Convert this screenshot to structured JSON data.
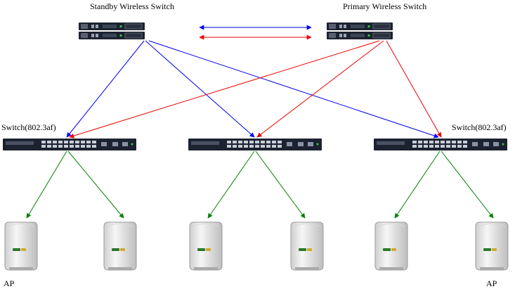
{
  "labels": {
    "standby_switch": "Standby Wireless Switch",
    "primary_switch": "Primary Wireless Switch",
    "poe_switch_left": "Switch(802.3af)",
    "poe_switch_right": "Switch(802.3af)",
    "ap_left": "AP",
    "ap_right": "AP"
  },
  "colors": {
    "standby_links": "#0000ee",
    "primary_links": "#ee0000",
    "ap_links": "#008000",
    "device_dark": "#1c2230",
    "ap_body": "#e6e6e6"
  },
  "icons": {
    "wireless_switch": "rack-chassis-icon",
    "poe_switch": "network-switch-icon",
    "access_point": "access-point-icon"
  }
}
